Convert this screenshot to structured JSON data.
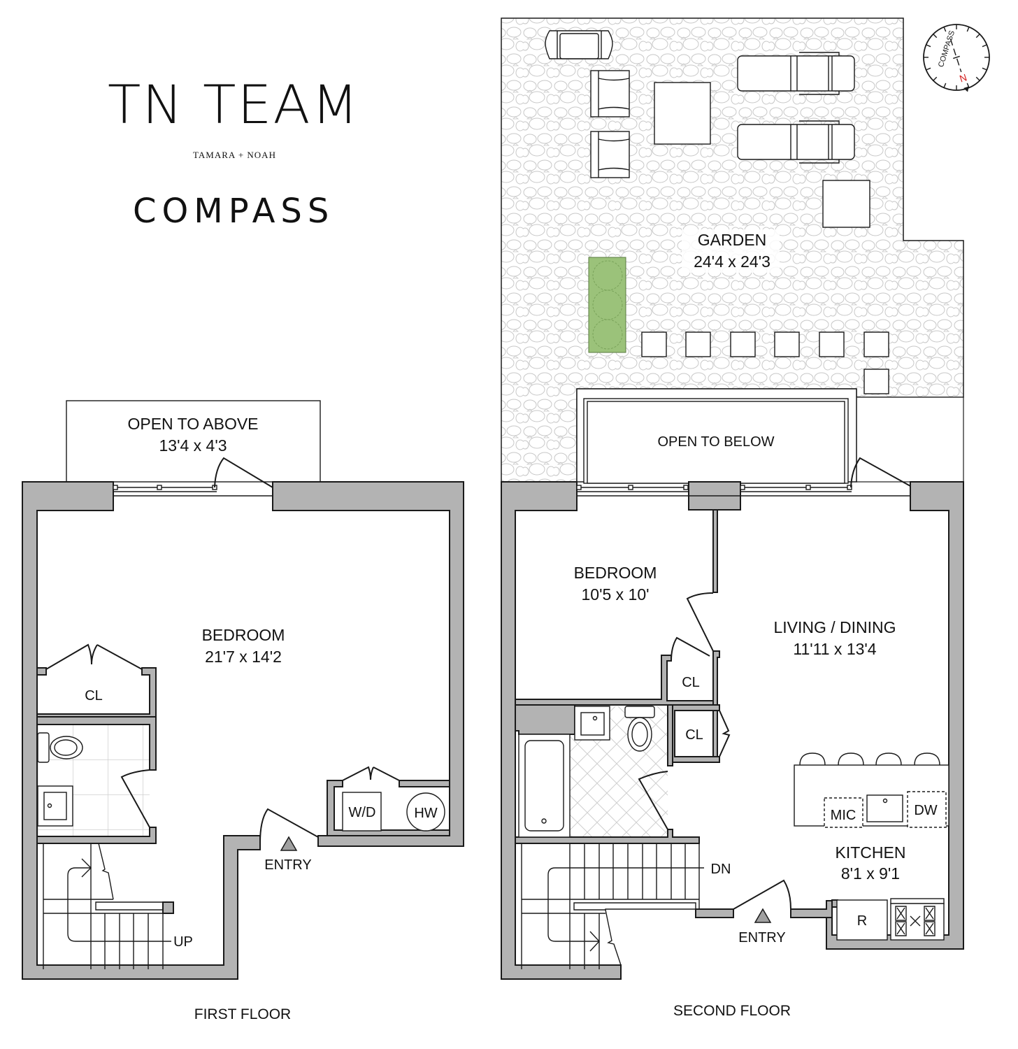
{
  "branding": {
    "team_name": "TN TEAM",
    "team_subtitle": "TAMARA + NOAH",
    "brokerage": "COMPASS"
  },
  "compass_rose": {
    "label": "COMPASS",
    "north_label": "N",
    "north_color": "#d42020"
  },
  "colors": {
    "wall_fill": "#b3b3b3",
    "line": "#1a1a1a",
    "planter_green": "#9bc27a",
    "paving_line": "#c8c8c8"
  },
  "first_floor": {
    "caption": "FIRST FLOOR",
    "rooms": [
      {
        "name": "OPEN TO ABOVE",
        "dimensions": "13'4 x 4'3"
      },
      {
        "name": "BEDROOM",
        "dimensions": "21'7 x 14'2"
      },
      {
        "name": "CL",
        "dimensions": ""
      }
    ],
    "fixtures": {
      "washer_dryer": "W/D",
      "hot_water": "HW"
    },
    "entry_label": "ENTRY",
    "stair_label": "UP"
  },
  "second_floor": {
    "caption": "SECOND FLOOR",
    "rooms": [
      {
        "name": "GARDEN",
        "dimensions": "24'4 x 24'3"
      },
      {
        "name": "OPEN TO BELOW",
        "dimensions": ""
      },
      {
        "name": "BEDROOM",
        "dimensions": "10'5 x 10'"
      },
      {
        "name": "LIVING / DINING",
        "dimensions": "11'11 x 13'4"
      },
      {
        "name": "KITCHEN",
        "dimensions": "8'1 x 9'1"
      },
      {
        "name": "CL",
        "dimensions": ""
      },
      {
        "name": "CL",
        "dimensions": ""
      }
    ],
    "fixtures": {
      "microwave": "MIC",
      "dishwasher": "DW",
      "refrigerator": "R"
    },
    "entry_label": "ENTRY",
    "stair_label": "DN"
  }
}
